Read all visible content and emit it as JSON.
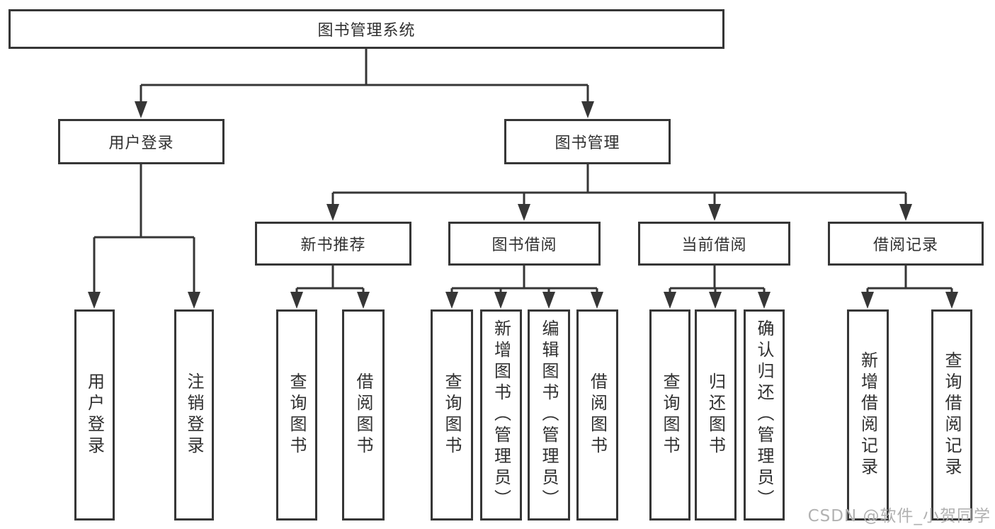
{
  "diagram_title": "图书管理系统",
  "nodes": {
    "root": "图书管理系统",
    "user_login": "用户登录",
    "book_management": "图书管理",
    "new_book_recommend": "新书推荐",
    "book_borrow": "图书借阅",
    "current_borrow": "当前借阅",
    "borrow_records": "借阅记录"
  },
  "leaves": {
    "user_login": "用户登录",
    "logout": "注销登录",
    "rec_query_books": "查询图书",
    "rec_borrow_books": "借阅图书",
    "borrow_query_books": "查询图书",
    "borrow_add_books": "新增图书（管理员）",
    "borrow_edit_books": "编辑图书（管理员）",
    "borrow_borrow_books": "借阅图书",
    "cur_query_books": "查询图书",
    "cur_return_books": "归还图书",
    "cur_confirm_return": "确认归还（管理员）",
    "records_add_record": "新增借阅记录",
    "records_query_record": "查询借阅记录"
  },
  "hierarchy": {
    "图书管理系统": [
      "用户登录",
      "图书管理"
    ],
    "用户登录": [
      "用户登录",
      "注销登录"
    ],
    "图书管理": [
      "新书推荐",
      "图书借阅",
      "当前借阅",
      "借阅记录"
    ],
    "新书推荐": [
      "查询图书",
      "借阅图书"
    ],
    "图书借阅": [
      "查询图书",
      "新增图书（管理员）",
      "编辑图书（管理员）",
      "借阅图书"
    ],
    "当前借阅": [
      "查询图书",
      "归还图书",
      "确认归还（管理员）"
    ],
    "借阅记录": [
      "新增借阅记录",
      "查询借阅记录"
    ]
  },
  "watermark": "CSDN @软件_小贺同学",
  "colors": {
    "line": "#363636",
    "text": "#303030",
    "watermark": "#b1b1b1",
    "background": "#ffffff"
  }
}
